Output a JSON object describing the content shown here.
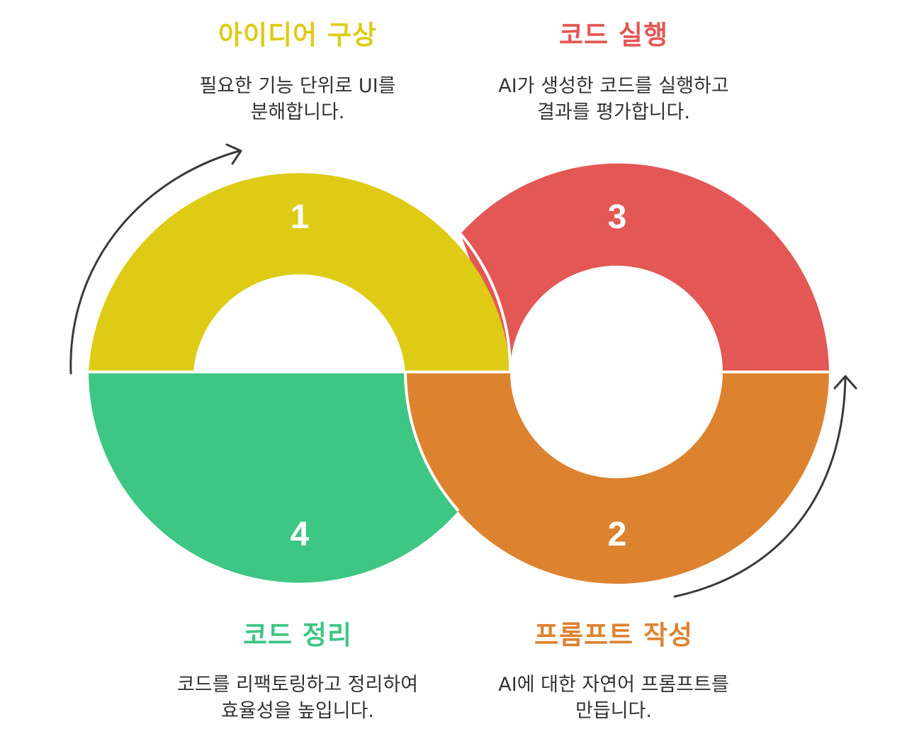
{
  "colors": {
    "step1": "#DECB16",
    "step2": "#DD8330",
    "step3": "#E35754",
    "step4": "#3EC684",
    "arrow": "#3a3a3a",
    "text": "#333333"
  },
  "steps": [
    {
      "id": "step1",
      "number": "1",
      "title": "아이디어 구상",
      "desc_line1": "필요한 기능 단위로 UI를",
      "desc_line2": "분해합니다."
    },
    {
      "id": "step2",
      "number": "2",
      "title": "프롬프트 작성",
      "desc_line1": "AI에 대한 자연어 프롬프트를",
      "desc_line2": "만듭니다."
    },
    {
      "id": "step3",
      "number": "3",
      "title": "코드 실행",
      "desc_line1": "AI가 생성한 코드를 실행하고",
      "desc_line2": "결과를 평가합니다."
    },
    {
      "id": "step4",
      "number": "4",
      "title": "코드 정리",
      "desc_line1": "코드를 리팩토링하고 정리하여",
      "desc_line2": "효율성을 높입니다."
    }
  ]
}
